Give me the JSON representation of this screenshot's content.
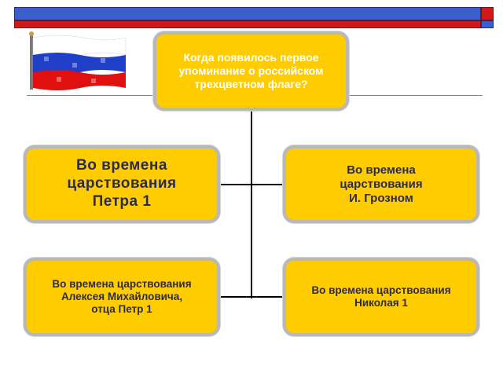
{
  "question": "Когда появилось первое\nупоминание о российском\nтрехцветном  флаге?",
  "options": {
    "peter": "Во времена\nцарствования\nПетра 1",
    "grozny": "Во времена\nцарствования\nИ. Грозном",
    "alexei": "Во времена царствования\nАлексея Михайловича,\nотца Петр 1",
    "nicholas": "Во времена царствования\nНиколая 1"
  },
  "colors": {
    "box_fill": "#ffcc00",
    "box_border": "#b8b8b8",
    "band_blue": "#3a5fcd",
    "band_red": "#d01919",
    "flag_white": "#ffffff",
    "flag_blue": "#1f3fc8",
    "flag_red": "#e01010"
  },
  "icons": {
    "flag": "russian-flag-icon"
  }
}
